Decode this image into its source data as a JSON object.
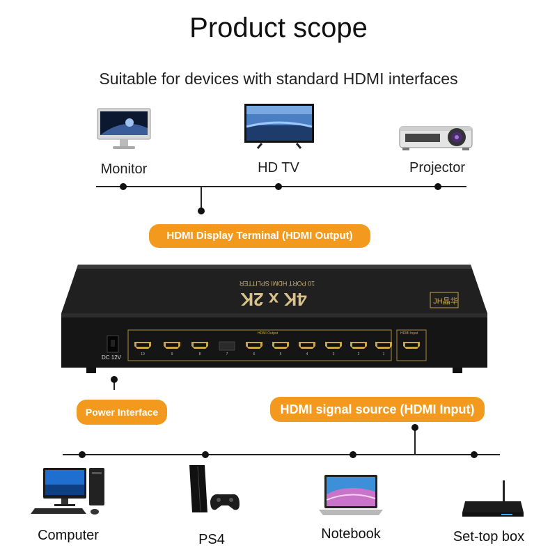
{
  "title": "Product scope",
  "subtitle": "Suitable for devices with standard HDMI interfaces",
  "top_devices": [
    {
      "label": "Monitor",
      "icon": "monitor-icon"
    },
    {
      "label": "HD TV",
      "icon": "tv-icon"
    },
    {
      "label": "Projector",
      "icon": "projector-icon"
    }
  ],
  "output_pill": "HDMI Display Terminal (HDMI Output)",
  "splitter": {
    "top_text": "4K x 2K",
    "top_subtext": "10 PORT HDMI SPLITTER",
    "brand": "JH晶华",
    "power_label": "DC 12V",
    "output_group_label": "HDMI Output",
    "input_group_label": "HDMI Input",
    "port_numbers": [
      "10",
      "9",
      "8",
      "7",
      "6",
      "5",
      "4",
      "3",
      "2",
      "1"
    ]
  },
  "power_pill": "Power Interface",
  "input_pill": "HDMI signal source (HDMI Input)",
  "bottom_devices": [
    {
      "label": "Computer",
      "icon": "computer-icon"
    },
    {
      "label": "PS4",
      "icon": "ps4-icon"
    },
    {
      "label": "Notebook",
      "icon": "laptop-icon"
    },
    {
      "label": "Set-top box",
      "icon": "set-top-box-icon"
    }
  ],
  "colors": {
    "accent": "#f39a1e",
    "device_body": "#1c1c1c",
    "port_gold": "#c9a54a"
  }
}
